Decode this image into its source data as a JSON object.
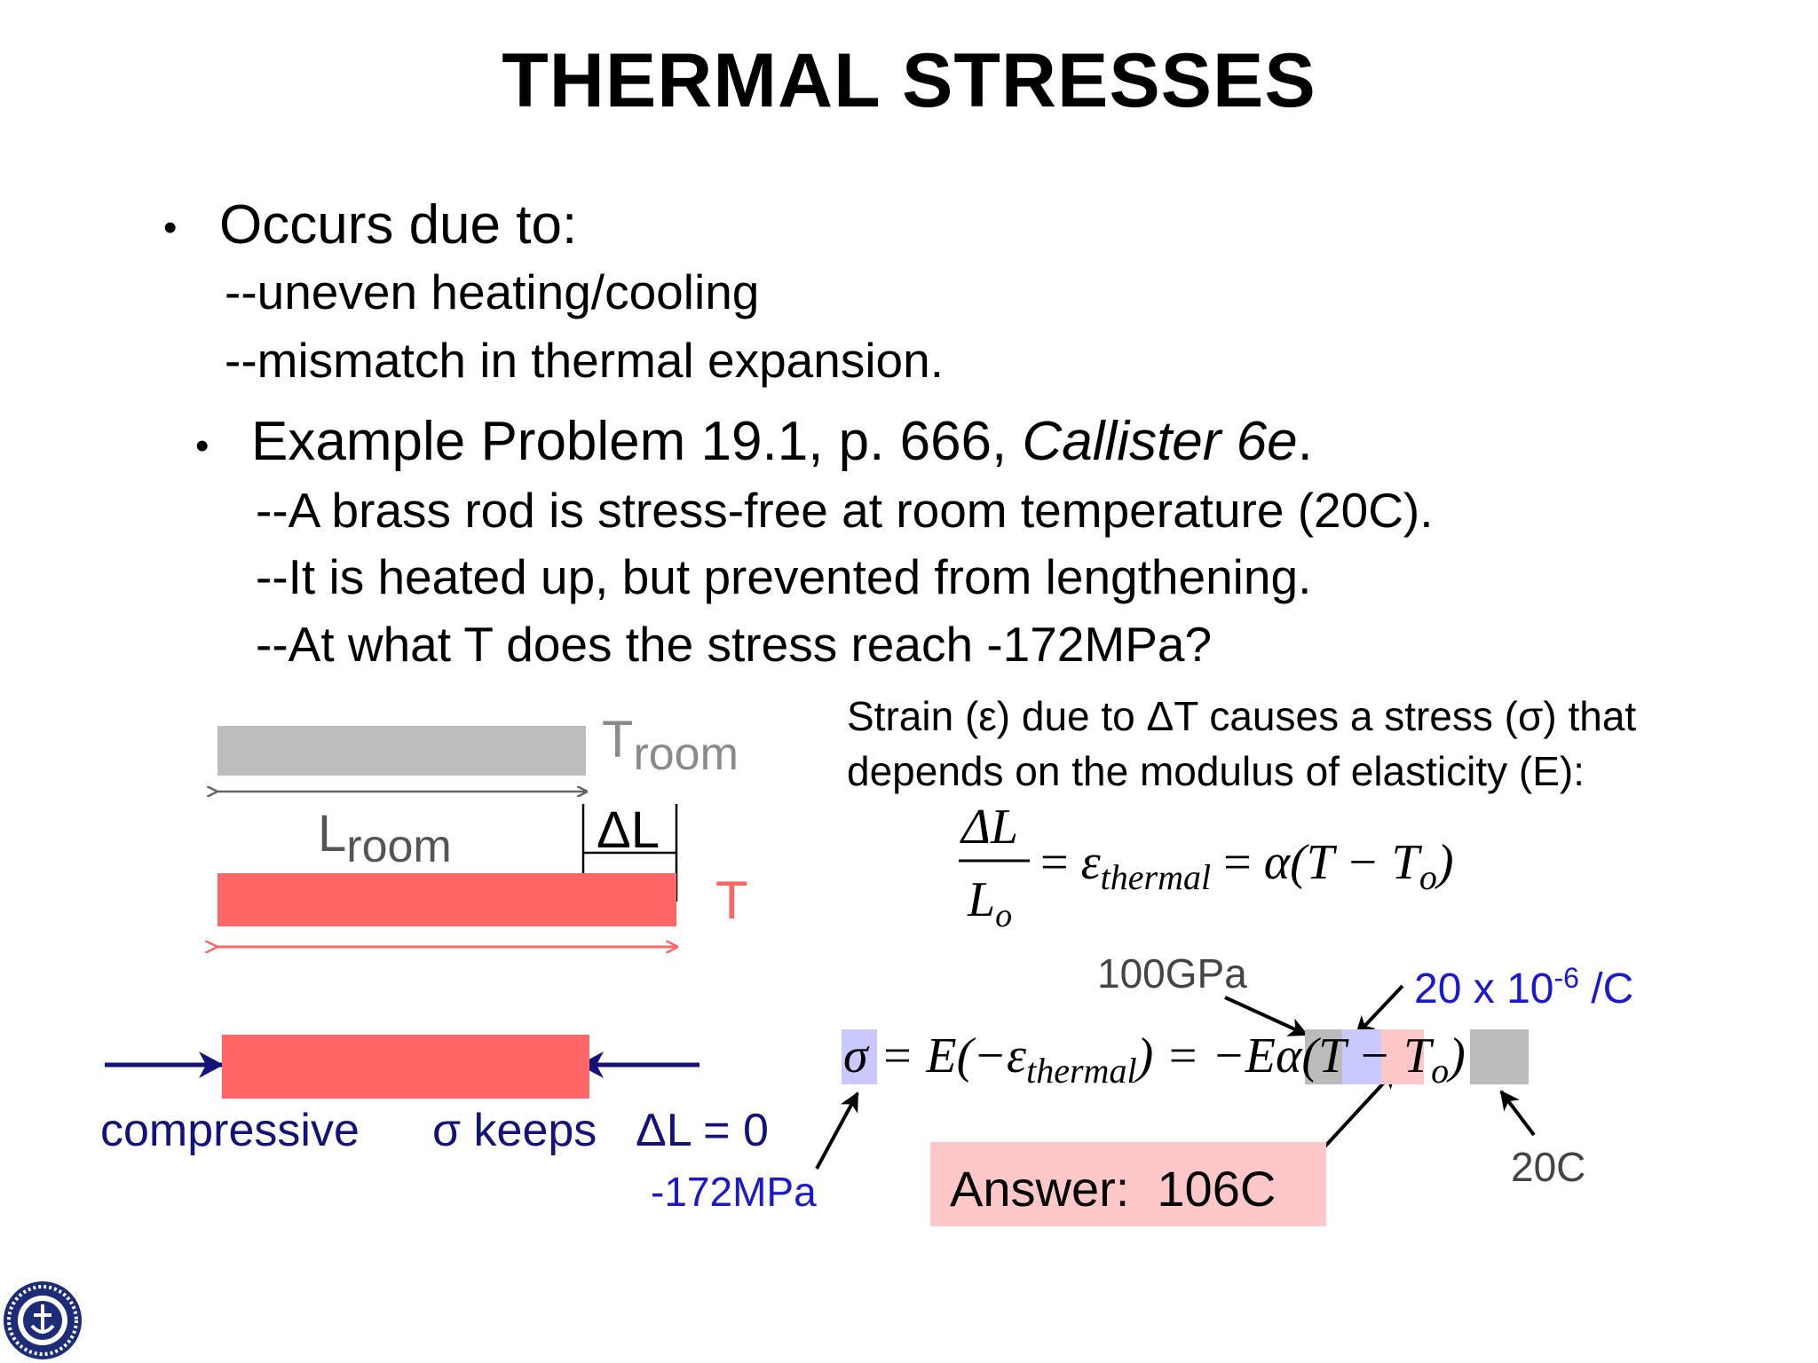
{
  "title": "THERMAL STRESSES",
  "bullets": {
    "b1": "Occurs due to:",
    "b1_sub": [
      "--uneven heating/cooling",
      "--mismatch in thermal expansion."
    ],
    "b2_prefix": "Example Problem 19.1, p. 666, ",
    "b2_italic": "Callister 6e",
    "b2_suffix": ".",
    "b2_sub": [
      "--A brass rod is stress-free at room temperature (20C).",
      "--It is heated up, but prevented from lengthening.",
      "--At what T does the stress reach -172MPa?"
    ]
  },
  "diagram": {
    "troom_T": "T",
    "troom_sub": "room",
    "lroom_L": "L",
    "lroom_sub": "room",
    "delta_l": "ΔL",
    "t_label": "T",
    "compressive": "compressive",
    "sigma_keeps": "σ keeps",
    "dl_zero": "ΔL = 0",
    "stress_value": "-172MPa"
  },
  "explanation": {
    "line1": "Strain (ε) due to ΔT causes a stress (σ) that",
    "line2": "depends on the modulus of elasticity (E):"
  },
  "eq1": {
    "num": "ΔL",
    "den_L": "L",
    "den_sub": "o",
    "eq": "=",
    "eps": "ε",
    "eps_sub": "thermal",
    "eq2": "=",
    "rhs": "α(T − T",
    "rhs_sub": "o",
    "close": ")"
  },
  "eq2": {
    "sigma": "σ",
    "mid": "= E(−ε",
    "eps_sub": "thermal",
    "mid2": ") = −",
    "E": "E",
    "alpha": "α",
    "open": "(",
    "T": "T",
    "minus": " − ",
    "To": "T",
    "To_sub": "o",
    "close": ")"
  },
  "annotations": {
    "modulus": "100GPa",
    "alpha_base": "20 x 10",
    "alpha_exp": "-6",
    "alpha_unit": " /C",
    "t0": "20C",
    "answer": "Answer:  106C"
  },
  "colors": {
    "gray_bar": "#bdbdbd",
    "red_bar": "#ff6666",
    "navy": "#12127a",
    "blue": "#1a1acc",
    "highlight_blue": "#c9c9ff",
    "highlight_gray": "#bbbbbb",
    "highlight_pink": "#ffc8c8"
  }
}
